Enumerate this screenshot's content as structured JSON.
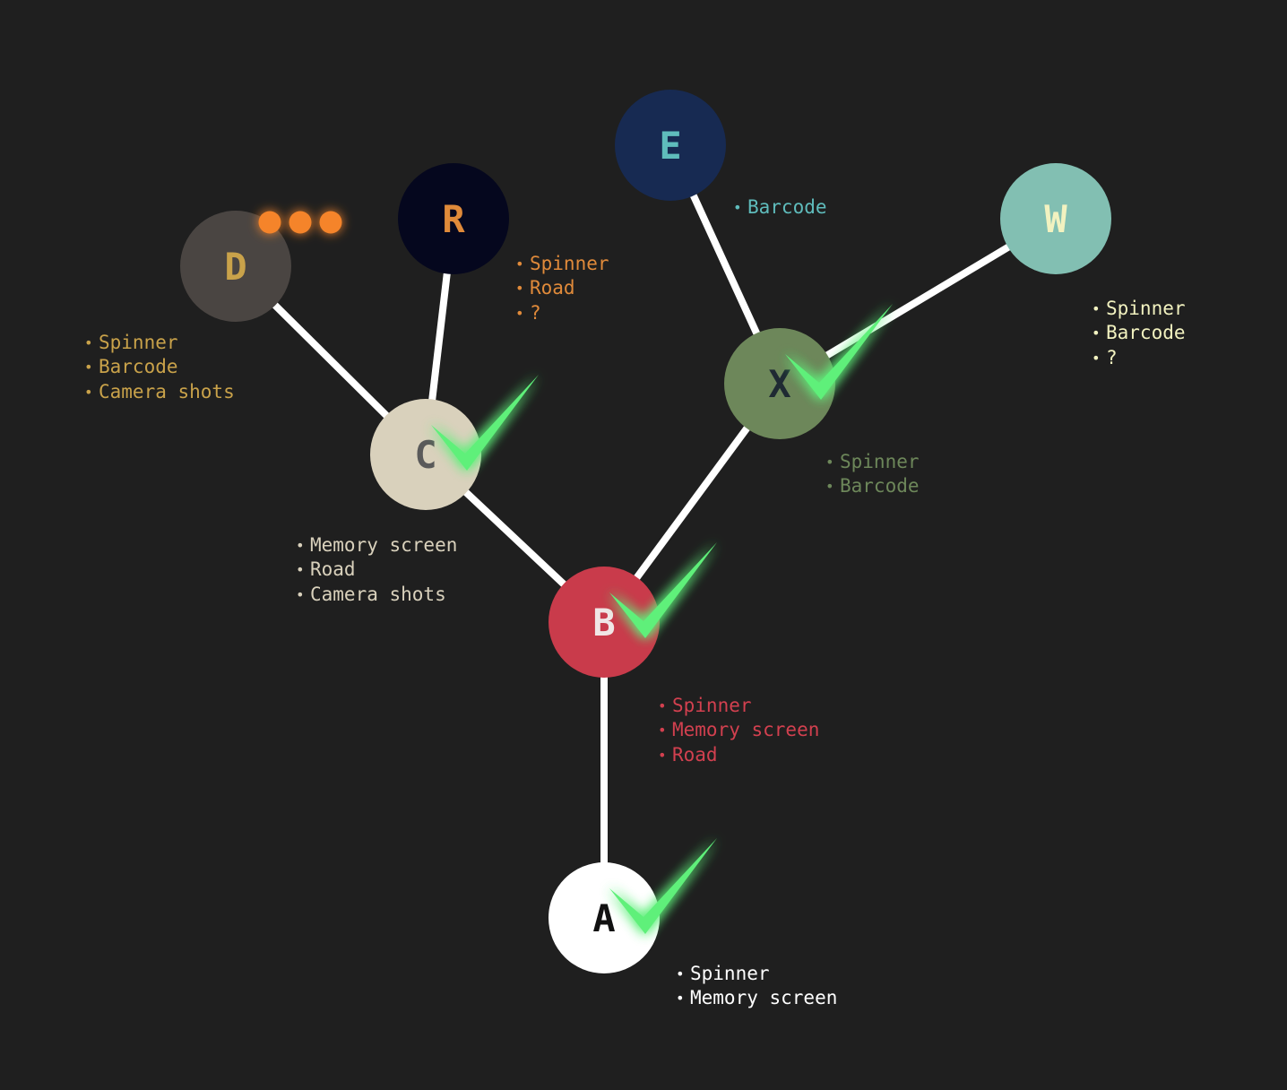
{
  "diagram": {
    "colors": {
      "background": "#1f1f1f",
      "edge": "#ffffff",
      "check": "#5ef07a",
      "progress_dots": "#f5842a"
    },
    "nodes": [
      {
        "id": "A",
        "label": "A",
        "fill": "#ffffff",
        "text_color": "#111111",
        "completed": true,
        "tags": [
          "Spinner",
          "Memory screen"
        ],
        "tag_color": "#ffffff"
      },
      {
        "id": "B",
        "label": "B",
        "fill": "#c93b4b",
        "text_color": "#f0e6e6",
        "completed": true,
        "tags": [
          "Spinner",
          "Memory screen",
          "Road"
        ],
        "tag_color": "#d2404f"
      },
      {
        "id": "C",
        "label": "C",
        "fill": "#d9d1bc",
        "text_color": "#5a5a5a",
        "completed": true,
        "tags": [
          "Memory screen",
          "Road",
          "Camera shots"
        ],
        "tag_color": "#d9d1bc"
      },
      {
        "id": "D",
        "label": "D",
        "fill": "#4a4542",
        "text_color": "#c9a24a",
        "completed": false,
        "in_progress": true,
        "tags": [
          "Spinner",
          "Barcode",
          "Camera shots"
        ],
        "tag_color": "#c9a24a"
      },
      {
        "id": "R",
        "label": "R",
        "fill": "#05071e",
        "text_color": "#e08a3a",
        "completed": false,
        "tags": [
          "Spinner",
          "Road",
          "?"
        ],
        "tag_color": "#e08a3a"
      },
      {
        "id": "X",
        "label": "X",
        "fill": "#6d875a",
        "text_color": "#1f2a33",
        "completed": true,
        "tags": [
          "Spinner",
          "Barcode"
        ],
        "tag_color": "#6d875a"
      },
      {
        "id": "E",
        "label": "E",
        "fill": "#172a52",
        "text_color": "#5fbcbc",
        "completed": false,
        "tags": [
          "Barcode"
        ],
        "tag_color": "#5fbcbc"
      },
      {
        "id": "W",
        "label": "W",
        "fill": "#82bfb2",
        "text_color": "#f2f2c0",
        "completed": false,
        "tags": [
          "Spinner",
          "Barcode",
          "?"
        ],
        "tag_color": "#f2f2c0"
      }
    ],
    "edges": [
      {
        "from": "A",
        "to": "B"
      },
      {
        "from": "B",
        "to": "C"
      },
      {
        "from": "B",
        "to": "X"
      },
      {
        "from": "C",
        "to": "D"
      },
      {
        "from": "C",
        "to": "R"
      },
      {
        "from": "X",
        "to": "E"
      },
      {
        "from": "X",
        "to": "W"
      }
    ]
  }
}
